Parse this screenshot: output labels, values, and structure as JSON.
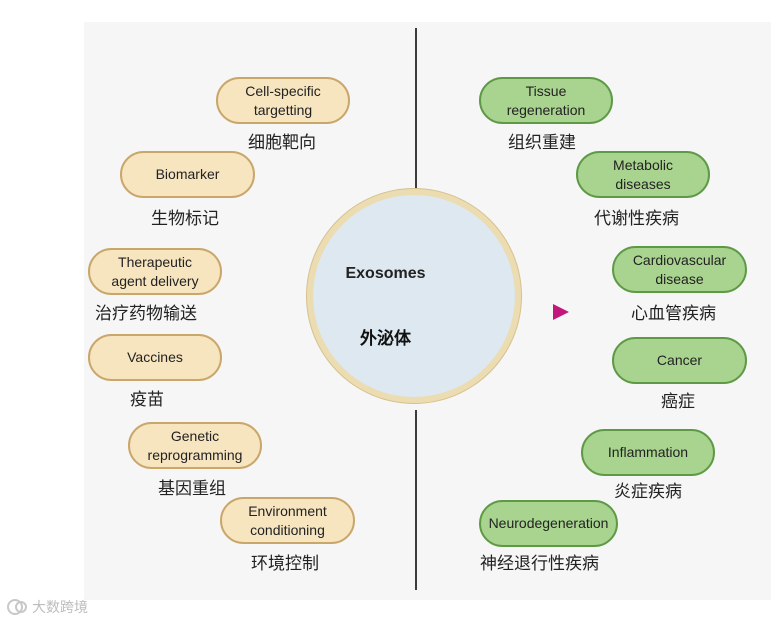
{
  "center": {
    "title": "Exosomes",
    "subtitle": "外泌体"
  },
  "left_items": [
    {
      "label": "Cell-specific\ntargetting",
      "cn": "细胞靶向"
    },
    {
      "label": "Biomarker",
      "cn": "生物标记"
    },
    {
      "label": "Therapeutic\nagent delivery",
      "cn": "治疗药物输送"
    },
    {
      "label": "Vaccines",
      "cn": "疫苗"
    },
    {
      "label": "Genetic\nreprogramming",
      "cn": "基因重组"
    },
    {
      "label": "Environment\nconditioning",
      "cn": "环境控制"
    }
  ],
  "right_items": [
    {
      "label": "Tissue\nregeneration",
      "cn": "组织重建"
    },
    {
      "label": "Metabolic\ndiseases",
      "cn": "代谢性疾病"
    },
    {
      "label": "Cardiovascular\ndisease",
      "cn": "心血管疾病"
    },
    {
      "label": "Cancer",
      "cn": "癌症"
    },
    {
      "label": "Inflammation",
      "cn": "炎症疾病"
    },
    {
      "label": "Neurodegeneration",
      "cn": "神经退行性疾病"
    }
  ],
  "watermark": "大数跨境",
  "colors": {
    "left_fill": "#f7e5c0",
    "left_border": "#c9a66a",
    "right_fill": "#a9d48f",
    "right_border": "#5e9a46",
    "arrow": "#c2187e",
    "circle_fill": "#dde8f0",
    "circle_ring": "#ecdcb1"
  }
}
